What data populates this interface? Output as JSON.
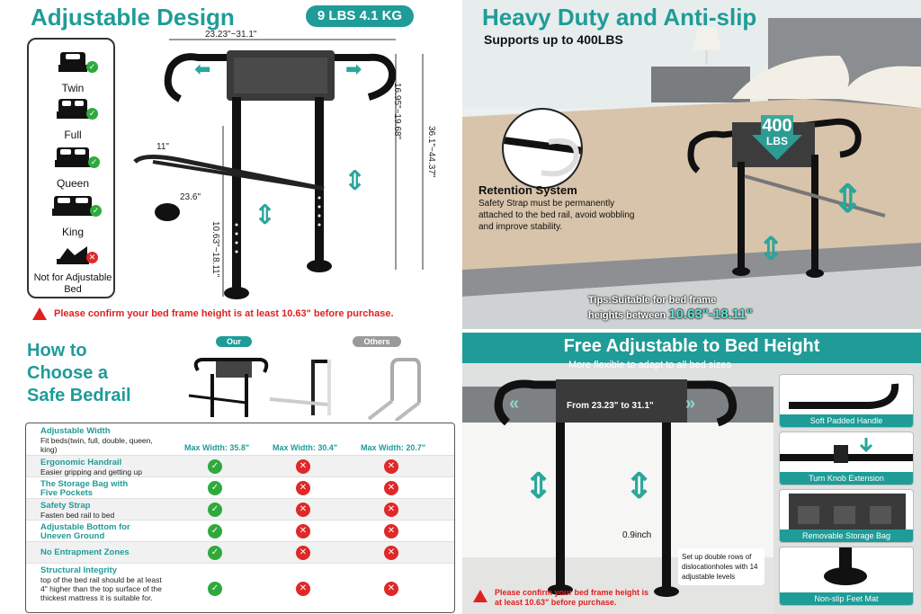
{
  "panel1": {
    "title": "Adjustable Design",
    "weight": "9 LBS 4.1 KG",
    "beds": [
      {
        "label": "Twin",
        "ok": true
      },
      {
        "label": "Full",
        "ok": true
      },
      {
        "label": "Queen",
        "ok": true
      },
      {
        "label": "King",
        "ok": true
      },
      {
        "label": "Not for Adjustable Bed",
        "ok": false
      }
    ],
    "dims": {
      "width": "23.23\"~31.1\"",
      "upper": "16.95\"~19.68\"",
      "total": "36.1\"~44.37\"",
      "depth": "11\"",
      "leg": "23.6\"",
      "lower": "10.63\"~18.11\""
    },
    "warning": "Please confirm your bed frame height is at least 10.63\" before purchase."
  },
  "panel2": {
    "title": "Heavy Duty and Anti-slip",
    "subtitle": "Supports up to 400LBS",
    "badge_num": "400",
    "badge_unit": "LBS",
    "retention_title": "Retention System",
    "retention_text": "Safety Strap must be permanently attached to the bed rail, avoid wobbling and improve stability.",
    "tips_line1": "Tips:Suitable for bed frame",
    "tips_line2": "heights between ",
    "tips_range": "10.63\"-18.11\""
  },
  "panel3": {
    "title": [
      "How to",
      "Choose a",
      "Safe Bedrail"
    ],
    "tag_ours": "Our",
    "tag_others": "Others",
    "rows": [
      {
        "title": "Adjustable Width",
        "desc": "Fit beds(twin, full, double, queen, king)",
        "cells": [
          "Max Width: 35.8\"",
          "Max Width: 30.4\"",
          "Max Width: 20.7\""
        ]
      },
      {
        "title": "Ergonomic Handrail",
        "desc": "Easier gripping and getting up",
        "cells": [
          true,
          false,
          false
        ]
      },
      {
        "title": "The Storage Bag with Five Pockets",
        "desc": "",
        "cells": [
          true,
          false,
          false
        ]
      },
      {
        "title": "Safety Strap",
        "desc": "Fasten bed rail to bed",
        "cells": [
          true,
          false,
          false
        ]
      },
      {
        "title": "Adjustable Bottom for Uneven Ground",
        "desc": "",
        "cells": [
          true,
          false,
          false
        ]
      },
      {
        "title": "No Entrapment Zones",
        "desc": "",
        "cells": [
          true,
          false,
          false
        ]
      },
      {
        "title": "Structural Integrity",
        "desc": "top of the bed rail should be at least 4\" higher than the top surface of the thickest mattress it is suitable for.",
        "cells": [
          true,
          false,
          false
        ]
      }
    ]
  },
  "panel4": {
    "title": "Free Adjustable to Bed Height",
    "subtitle": "More flexible to adapt to all bed sizes",
    "width_note": "From 23.23\" to 31.1\"",
    "hole_gap": "0.9inch",
    "rows_note": "Set up double rows of dislocationholes with 14 adjustable levels",
    "features": [
      "Soft Padded Handle",
      "Turn Knob Extension",
      "Removable Storage Bag",
      "Non-slip Feet Mat"
    ],
    "warning": "Please confirm your bed frame height is at least 10.63\" before purchase."
  },
  "colors": {
    "teal": "#1f9c98",
    "check": "#2eaa3c",
    "cross": "#e02828"
  }
}
